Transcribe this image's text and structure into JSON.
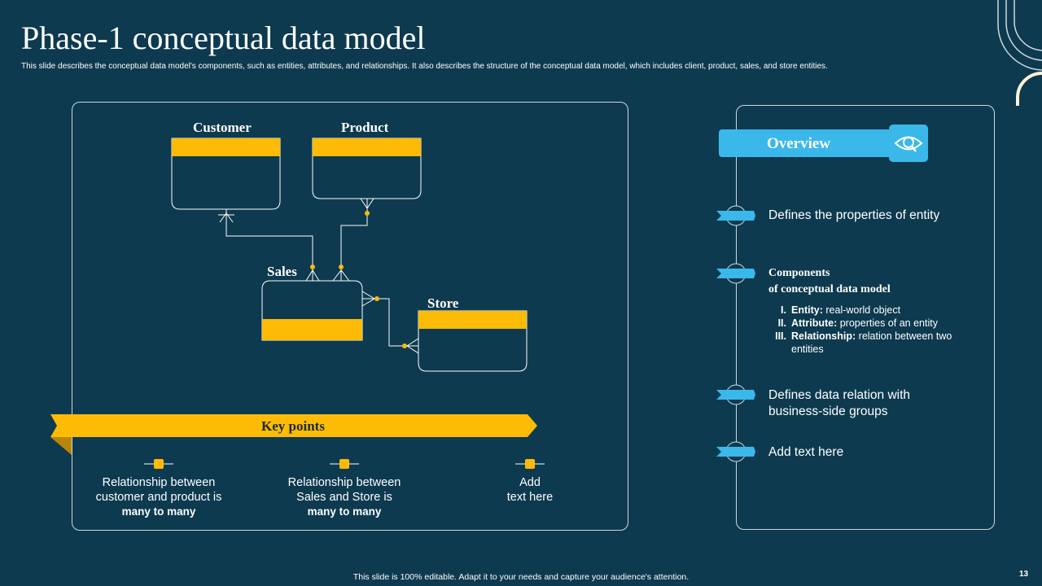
{
  "slide": {
    "title": "Phase-1 conceptual data model",
    "subtitle": "This slide describes the conceptual data model's components, such as entities, attributes, and relationships. It also describes the structure of the conceptual data model,  which includes client, product, sales, and store entities.",
    "footer": "This slide is 100% editable. Adapt it to your needs and capture your audience's attention.",
    "page_number": "13"
  },
  "colors": {
    "background": "#0d3a4f",
    "accent_yellow": "#fdbb06",
    "accent_blue": "#3bb8ea",
    "outline": "#cfd8dc"
  },
  "diagram": {
    "entities": {
      "customer": "Customer",
      "product": "Product",
      "sales": "Sales",
      "store": "Store"
    }
  },
  "key_points": {
    "title": "Key points",
    "items": [
      {
        "line1": "Relationship between",
        "line2": "customer and product is",
        "bold": "many  to many"
      },
      {
        "line1": "Relationship between",
        "line2": "Sales and Store is",
        "bold": "many  to many"
      },
      {
        "line1": "Add",
        "line2": "text here",
        "bold": ""
      }
    ]
  },
  "overview": {
    "title": "Overview",
    "icon": "eye-magnifier-icon",
    "point1": "Defines the properties of entity",
    "components": {
      "heading_line1": "Components",
      "heading_line2": "of conceptual  data model",
      "items": [
        {
          "num": "I.",
          "term": "Entity:",
          "desc": "real-world  object"
        },
        {
          "num": "II.",
          "term": "Attribute:",
          "desc": "properties of an entity"
        },
        {
          "num": "III.",
          "term": "Relationship:",
          "desc": "relation between two entities"
        }
      ]
    },
    "point3_line1": "Defines data relation with",
    "point3_line2": "business-side groups",
    "point4": "Add text here"
  }
}
